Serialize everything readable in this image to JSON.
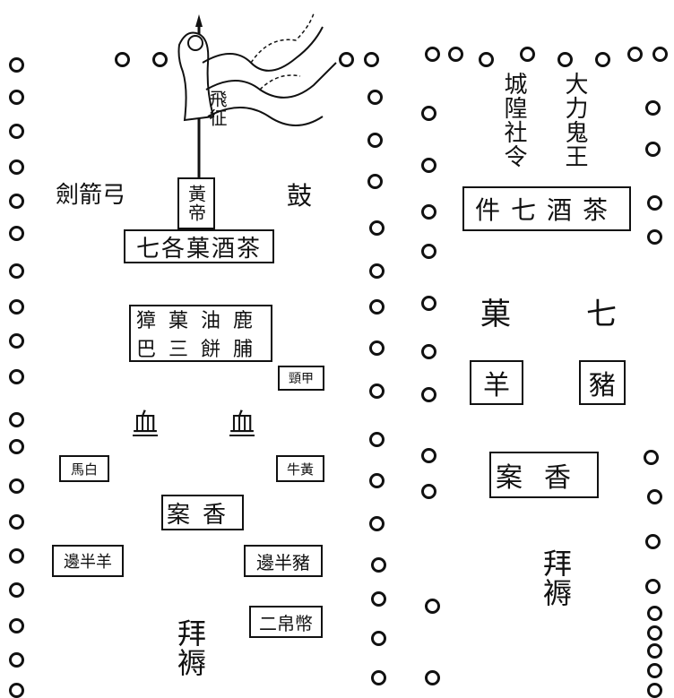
{
  "left": {
    "flag_text": "飛征",
    "weapons": "劍箭弓",
    "drum": "鼓",
    "huangdi": "黃帝",
    "offerings_top": "七各菓酒茶",
    "items_row1": "獐菓油鹿",
    "items_row2": "巴三餅脯",
    "jiajing": "頸甲",
    "blood_left": "血",
    "blood_right": "血",
    "horse": "馬白",
    "ox": "牛黃",
    "incense_table": "案香",
    "half_sheep": "邊半羊",
    "half_pig": "邊半豬",
    "silk": "二帛幣",
    "worship": "拜褥"
  },
  "right": {
    "deity_cheng": "城隍社令",
    "deity_dali": "大力鬼王",
    "offerings": "件七酒茶",
    "fruit": "菓",
    "seven": "七",
    "sheep": "羊",
    "pig": "豬",
    "incense_table": "案香",
    "worship": "拜褥"
  }
}
